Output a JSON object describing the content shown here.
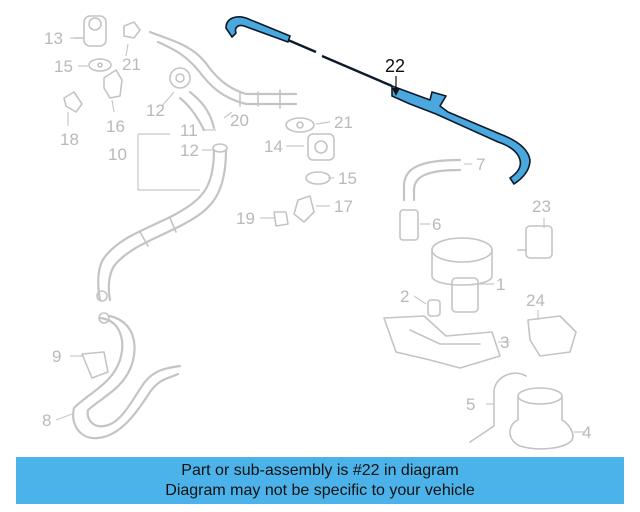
{
  "diagram": {
    "highlighted_part": "22",
    "highlight_color": "#4aa8de",
    "callouts": {
      "c1": "1",
      "c2": "2",
      "c3": "3",
      "c4": "4",
      "c5": "5",
      "c6": "6",
      "c7": "7",
      "c8": "8",
      "c9": "9",
      "c10": "10",
      "c11": "11",
      "c12a": "12",
      "c12b": "12",
      "c13": "13",
      "c14": "14",
      "c15a": "15",
      "c15b": "15",
      "c16": "16",
      "c17": "17",
      "c18": "18",
      "c19": "19",
      "c20": "20",
      "c21a": "21",
      "c21b": "21",
      "c22": "22",
      "c23": "23",
      "c24": "24"
    }
  },
  "caption": {
    "line1": "Part or sub-assembly is #22 in diagram",
    "line2": "Diagram may not be specific to your vehicle",
    "background": "#4cb3ea"
  }
}
